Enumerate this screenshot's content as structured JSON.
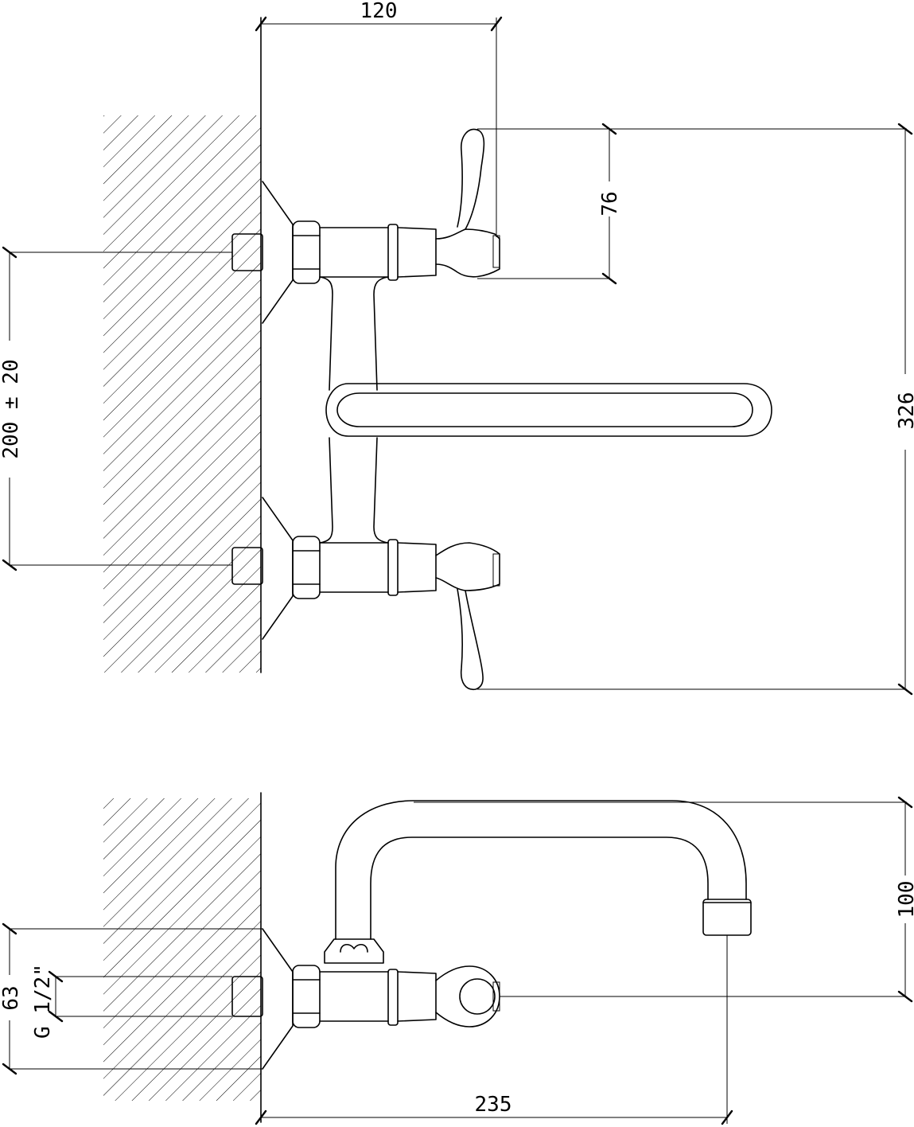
{
  "dimensions": {
    "width_top": "120",
    "handle_drop": "76",
    "height_total": "326",
    "centers": "200 ± 20",
    "spout_height": "100",
    "depth_wall": "63",
    "thread": "G 1/2\"",
    "projection": "235"
  },
  "colors": {
    "line": "#000000",
    "background": "#ffffff"
  }
}
